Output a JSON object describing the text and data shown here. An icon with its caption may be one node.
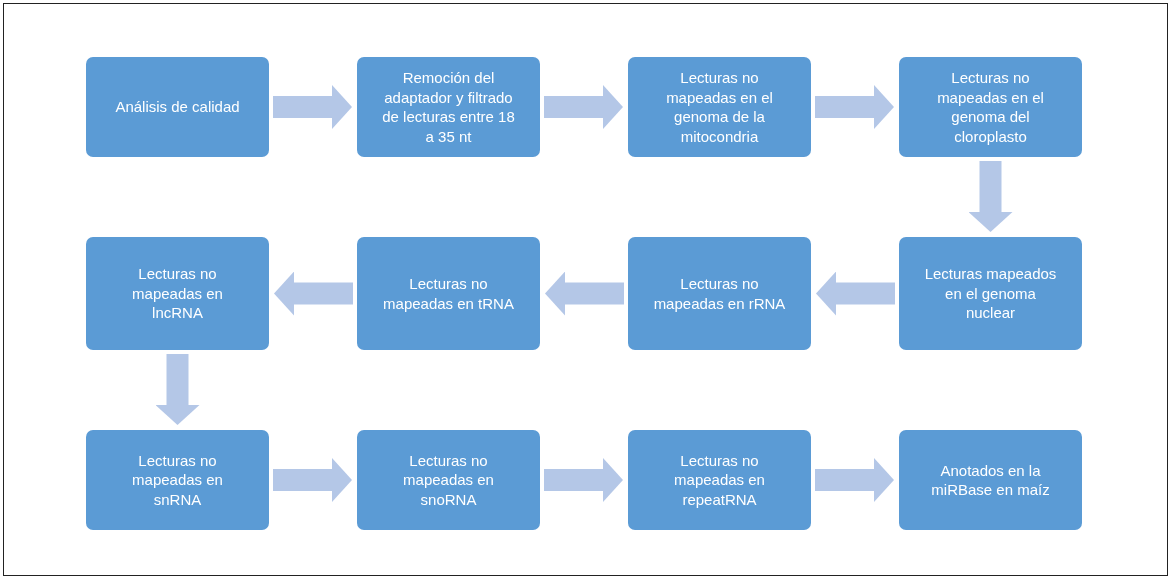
{
  "diagram": {
    "nodes": [
      {
        "text": [
          "Análisis de calidad"
        ]
      },
      {
        "text": [
          "Remoción del adaptador y filtrado de lecturas entre 18 a 35 nt"
        ]
      },
      {
        "text": [
          "Lecturas no mapeadas en el genoma de la mitocondria"
        ]
      },
      {
        "text": [
          "Lecturas no mapeadas en el genoma del cloroplasto"
        ]
      },
      {
        "text": [
          "Lecturas mapeados en el genoma nuclear"
        ]
      },
      {
        "text": [
          "Lecturas no mapeadas en rRNA"
        ]
      },
      {
        "text": [
          "Lecturas no mapeadas en tRNA"
        ]
      },
      {
        "text": [
          "Lecturas no mapeadas en lncRNA"
        ]
      },
      {
        "text": [
          "Lecturas no mapeadas en snRNA"
        ]
      },
      {
        "text": [
          "Lecturas no mapeadas en snoRNA"
        ]
      },
      {
        "text": [
          "Lecturas no mapeadas en repeatRNA"
        ]
      },
      {
        "text": [
          "Anotados en la miRBase en maíz"
        ]
      }
    ],
    "edges": [
      {
        "from": 0,
        "to": 1,
        "arrow": "to"
      },
      {
        "from": 1,
        "to": 2,
        "arrow": "to"
      },
      {
        "from": 2,
        "to": 3,
        "arrow": "to"
      },
      {
        "from": 3,
        "to": 4,
        "arrow": "to"
      },
      {
        "from": 4,
        "to": 5,
        "arrow": "to"
      },
      {
        "from": 5,
        "to": 6,
        "arrow": "to"
      },
      {
        "from": 6,
        "to": 7,
        "arrow": "to"
      },
      {
        "from": 7,
        "to": 8,
        "arrow": "to"
      },
      {
        "from": 8,
        "to": 9,
        "arrow": "to"
      },
      {
        "from": 9,
        "to": 10,
        "arrow": "to"
      },
      {
        "from": 10,
        "to": 11,
        "arrow": "to"
      }
    ]
  }
}
